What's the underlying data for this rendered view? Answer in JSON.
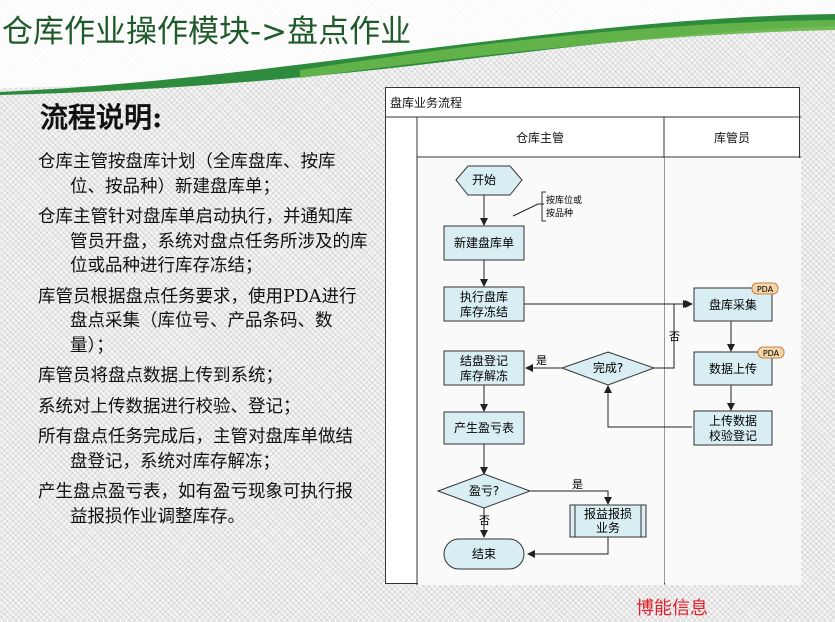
{
  "title": "仓库作业操作模块->盘点作业",
  "heading": "流程说明:",
  "steps": [
    "仓库主管按盘库计划（全库盘库、按库位、按品种）新建盘库单；",
    "仓库主管针对盘库单启动执行，并通知库管员开盘，系统对盘点任务所涉及的库位或品种进行库存冻结；",
    "库管员根据盘点任务要求，使用PDA进行盘点采集（库位号、产品条码、数量）；",
    "库管员将盘点数据上传到系统；",
    "系统对上传数据进行校验、登记；",
    "所有盘点任务完成后，主管对盘库单做结盘登记，系统对库存解冻；",
    "产生盘点盈亏表，如有盈亏现象可执行报益报损作业调整库存。"
  ],
  "diagram": {
    "title": "盘库业务流程",
    "lane_manager": "仓库主管",
    "lane_clerk": "库管员",
    "start": "开始",
    "new_order": "新建盘库单",
    "annotation_1": "按库位或",
    "annotation_2": "按品种",
    "freeze_1": "执行盘库",
    "freeze_2": "库存冻结",
    "complete": "完成?",
    "yes_1": "是",
    "no_1": "否",
    "unfreeze_1": "结盘登记",
    "unfreeze_2": "库存解冻",
    "report": "产生盈亏表",
    "profit_loss": "盈亏?",
    "yes_2": "是",
    "no_2": "否",
    "adjust_1": "报益报损",
    "adjust_2": "业务",
    "end": "结束",
    "collect": "盘库采集",
    "upload": "数据上传",
    "verify_1": "上传数据",
    "verify_2": "校验登记",
    "pda_1": "PDA",
    "pda_2": "PDA"
  },
  "watermark": "博能信息"
}
